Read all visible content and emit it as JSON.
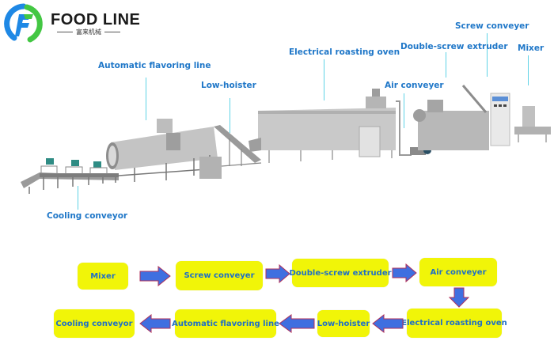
{
  "brand": {
    "name": "FOOD LINE",
    "subtitle": "富来机械",
    "logo_icon": "food-line-logo-icon",
    "colors": {
      "blue": "#1e88e5",
      "green": "#43c743"
    }
  },
  "callouts": {
    "automatic_flavoring_line": "Automatic flavoring line",
    "low_hoister": "Low-hoister",
    "electrical_roasting_oven": "Electrical roasting oven",
    "air_conveyer": "Air conveyer",
    "double_screw_extruder": "Double-screw extruder",
    "screw_conveyer": "Screw conveyer",
    "mixer": "Mixer",
    "cooling_conveyor": "Cooling conveyor"
  },
  "flow": {
    "steps": [
      "Mixer",
      "Screw conveyer",
      "Double-screw extruder",
      "Air conveyer",
      "Electrical roasting oven",
      "Low-hoister",
      "Automatic flavoring line",
      "Cooling conveyor"
    ],
    "colors": {
      "box": "#f1f508",
      "text": "#1f6fc6",
      "arrow_fill": "#3f6fe0",
      "arrow_stroke": "#b0305a"
    }
  }
}
